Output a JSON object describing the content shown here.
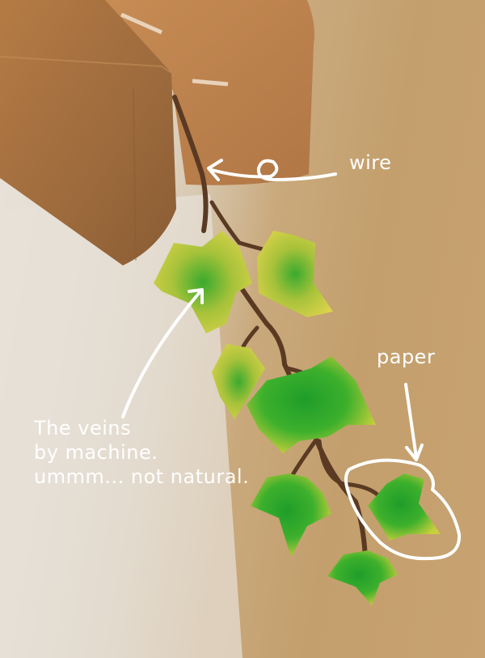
{
  "image": {
    "description": "Close-up photo of a miniature ivy vine made of paper leaves on a brown wire, hanging from a wooden block, with white handwritten annotations",
    "colors": {
      "background_light": "#e6dfd5",
      "background_warm": "#c6a16f",
      "wood": "#b07a45",
      "wire": "#5a3a22",
      "leaf_green": "#2ea82a",
      "leaf_yellow": "#c8cc3a",
      "annotation": "#ffffff"
    }
  },
  "annotations": {
    "wire": "wire",
    "paper": "paper",
    "veins": {
      "line1": "The veins",
      "line2": "by machine.",
      "line3": "ummm... not natural."
    }
  }
}
